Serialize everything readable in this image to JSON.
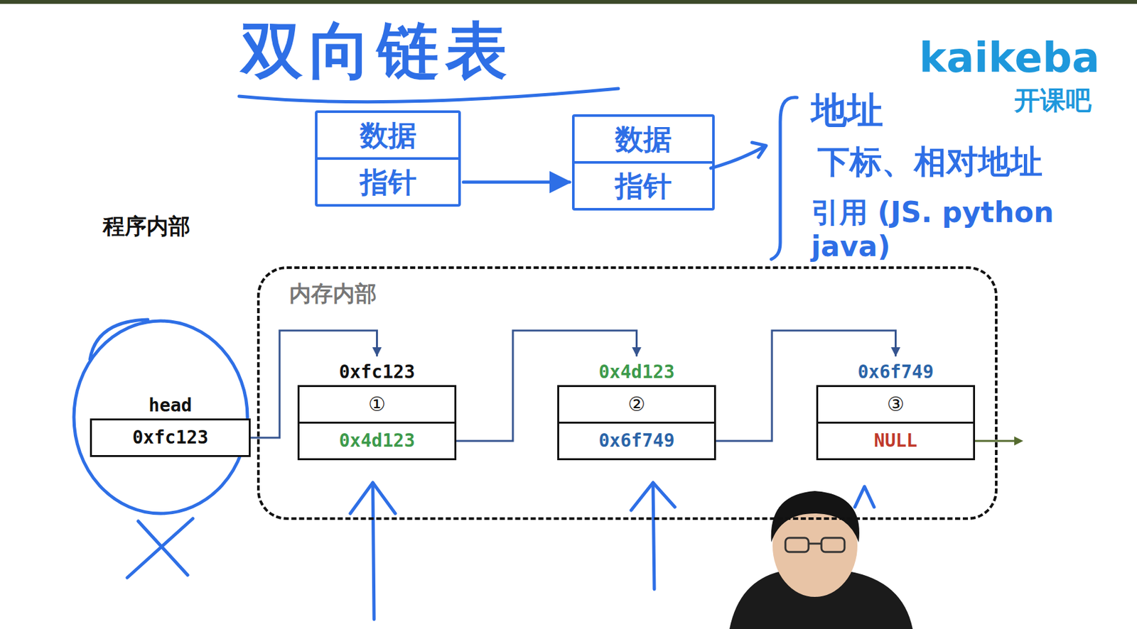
{
  "diagram": {
    "title": "双向链表",
    "nodes": [
      {
        "text": [
          "数据",
          "指针"
        ]
      },
      {
        "text": [
          "数据",
          "指针"
        ]
      },
      {
        "text": [
          "内存内部"
        ]
      },
      {
        "text": [
          "head",
          "0xfc123"
        ]
      },
      {
        "text": [
          "0xfc123",
          "①",
          "0x4d123"
        ],
        "in": 2
      },
      {
        "text": [
          "0x4d123",
          "②",
          "0x6f749"
        ],
        "in": 2
      },
      {
        "text": [
          "0x6f749",
          "③",
          "NULL"
        ],
        "in": 2
      }
    ],
    "edges": [
      {
        "from": 0,
        "to": 1,
        "arrow": "to"
      },
      {
        "from": 3,
        "to": 4,
        "arrow": "to"
      },
      {
        "from": 4,
        "to": 5,
        "arrow": "to"
      },
      {
        "from": 5,
        "to": 6,
        "arrow": "to"
      }
    ],
    "labels": [
      "地址",
      "下标、相对地址",
      "引用 (JS. python java)",
      "程序内部",
      "kaikeba",
      "开课吧"
    ]
  }
}
